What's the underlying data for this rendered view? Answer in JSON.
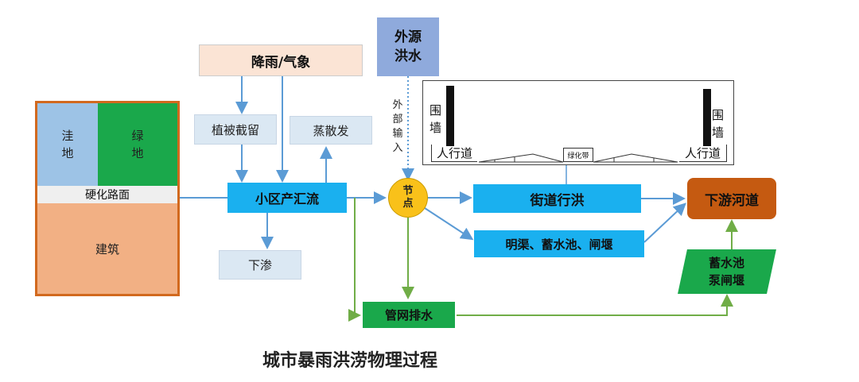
{
  "area": {
    "wadi": "洼\n地",
    "green": "绿\n地",
    "hard_road": "硬化路面",
    "building": "建筑"
  },
  "rain": "降雨/气象",
  "interception": "植被截留",
  "evaporation": "蒸散发",
  "runoff": "小区产汇流",
  "infiltration": "下渗",
  "external": "外源\n洪水",
  "external_input": "外\n部\n输\n入",
  "node": "节\n点",
  "street": "街道行洪",
  "canals": "明渠、蓄水池、闸堰",
  "pipes": "管网排水",
  "storage": "蓄水池\n泵闸堰",
  "downstream": "下游河道",
  "section": {
    "wall_left": "围\n墙",
    "wall_right": "围\n墙",
    "sidewalk_left": "人行道",
    "sidewalk_right": "人行道",
    "green_belt": "绿化带"
  },
  "caption": "城市暴雨洪涝物理过程",
  "colors": {
    "blue_box": "#1ab0ef",
    "light_box": "#dbe8f3",
    "peach": "#fbe4d5",
    "orange_border": "#d2691e",
    "building": "#f2b084",
    "green": "#1aa84b",
    "wadi": "#9dc3e6",
    "node": "#f9c11a",
    "river": "#c55a11",
    "gray_blue": "#8faadc",
    "arrow_blue": "#5b9bd5",
    "arrow_green": "#70ad47"
  }
}
